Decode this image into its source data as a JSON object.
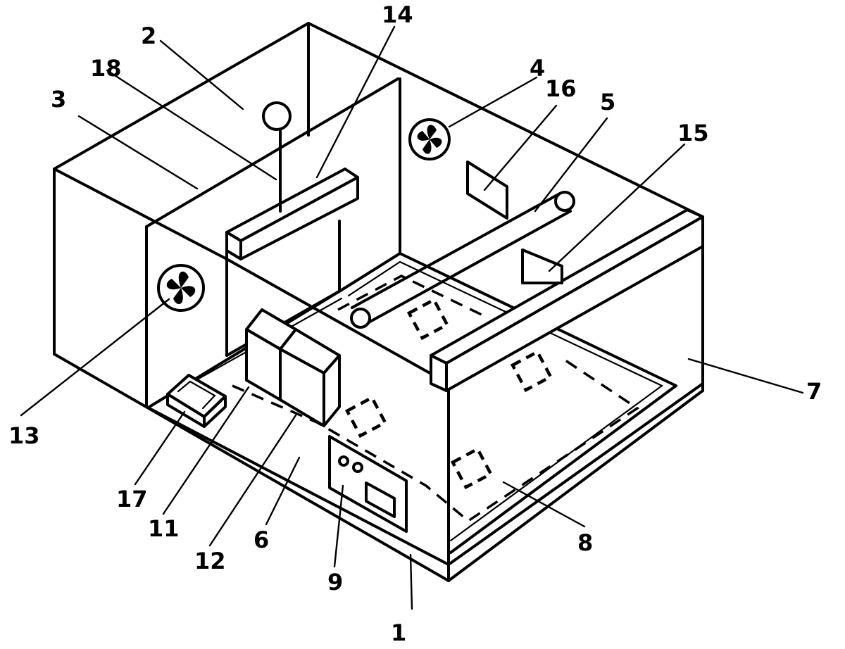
{
  "diagram": {
    "labels": [
      {
        "id": "1",
        "text": "1"
      },
      {
        "id": "2",
        "text": "2"
      },
      {
        "id": "3",
        "text": "3"
      },
      {
        "id": "4",
        "text": "4"
      },
      {
        "id": "5",
        "text": "5"
      },
      {
        "id": "6",
        "text": "6"
      },
      {
        "id": "7",
        "text": "7"
      },
      {
        "id": "8",
        "text": "8"
      },
      {
        "id": "9",
        "text": "9"
      },
      {
        "id": "11",
        "text": "11"
      },
      {
        "id": "12",
        "text": "12"
      },
      {
        "id": "13",
        "text": "13"
      },
      {
        "id": "14",
        "text": "14"
      },
      {
        "id": "15",
        "text": "15"
      },
      {
        "id": "16",
        "text": "16"
      },
      {
        "id": "17",
        "text": "17"
      },
      {
        "id": "18",
        "text": "18"
      }
    ]
  }
}
